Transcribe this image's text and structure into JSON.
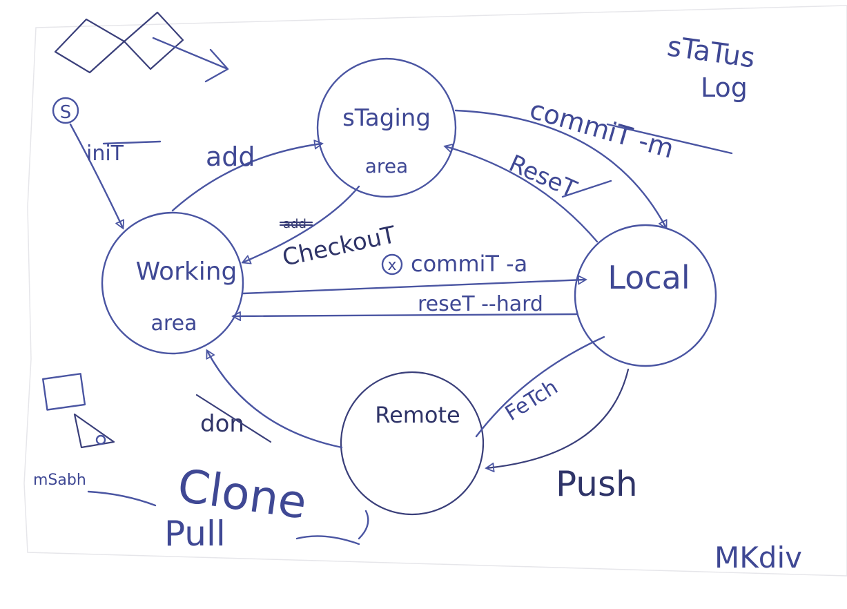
{
  "colors": {
    "paper": "#ffffff",
    "ink_blue": "#4a55a2",
    "ink_dark": "#3a3f7a"
  },
  "nodes": {
    "staging": {
      "line1": "sTaging",
      "line2": "area"
    },
    "working": {
      "line1": "Working",
      "line2": "area"
    },
    "local": {
      "line1": "Local"
    },
    "remote": {
      "line1": "Remote"
    }
  },
  "edges": {
    "init": "iniT",
    "add": "add",
    "checkout": "CheckouT",
    "commit_m": "commiT -m",
    "reset": "ReseT",
    "commit_a": "commiT -a",
    "reset_hard": "reseT --hard",
    "fetch": "FeTch",
    "push": "Push",
    "clone": "Clone",
    "pull": "Pull"
  },
  "annotations": {
    "status_log": [
      "sTaTus",
      "Log"
    ],
    "marker_s": "S",
    "marker_x": "x",
    "struck_clone": "don",
    "struck_checkout": "add",
    "signature": "MKdiv",
    "side_note": "mSabh"
  },
  "icons": [
    "double-diamond-doodle-icon",
    "square-doodle-icon",
    "flag-doodle-icon"
  ]
}
